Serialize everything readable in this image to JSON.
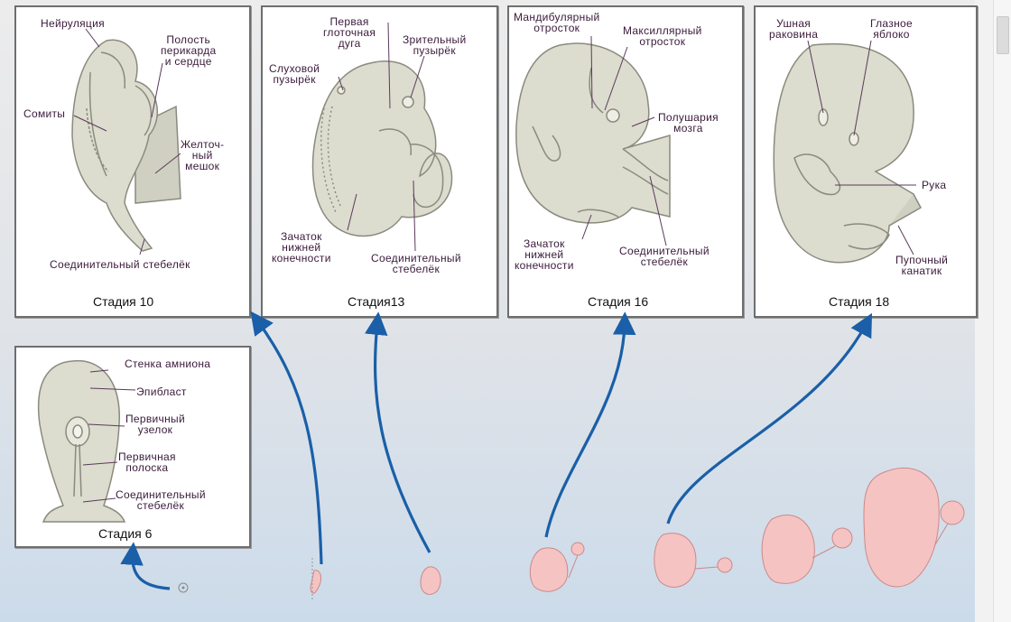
{
  "panels": {
    "stage10": {
      "title": "Стадия 10",
      "labels": {
        "neurulation": "Нейруляция",
        "pericardial": [
          "Полость",
          "перикарда",
          "и сердце"
        ],
        "somites": "Сомиты",
        "yolk": [
          "Желточ-",
          "ный",
          "мешок"
        ],
        "connecting": "Соединительный стебелёк"
      }
    },
    "stage13": {
      "title": "Стадия13",
      "labels": {
        "pharyngeal": [
          "Первая",
          "глоточная",
          "дуга"
        ],
        "optic": [
          "Зрительный",
          "пузырёк"
        ],
        "otic": [
          "Слуховой",
          "пузырёк"
        ],
        "lowerlimb": [
          "Зачаток",
          "нижней",
          "конечности"
        ],
        "connecting": [
          "Соединительный",
          "стебелёк"
        ]
      }
    },
    "stage16": {
      "title": "Стадия 16",
      "labels": {
        "mandibular": [
          "Мандибулярный",
          "отросток"
        ],
        "maxillary": [
          "Максиллярный",
          "отросток"
        ],
        "hemispheres": [
          "Полушария",
          "мозга"
        ],
        "lowerlimb": [
          "Зачаток",
          "нижней",
          "конечности"
        ],
        "connecting": [
          "Соединительный",
          "стебелёк"
        ]
      }
    },
    "stage18": {
      "title": "Стадия 18",
      "labels": {
        "ear": [
          "Ушная",
          "раковина"
        ],
        "eyeball": [
          "Глазное",
          "яблоко"
        ],
        "arm": "Рука",
        "umbilical": [
          "Пупочный",
          "канатик"
        ]
      }
    },
    "stage6": {
      "title": "Стадия 6",
      "labels": {
        "amnion": "Стенка амниона",
        "epiblast": "Эпибласт",
        "node": [
          "Первичный",
          "узелок"
        ],
        "streak": [
          "Первичная",
          "полоска"
        ],
        "connecting": [
          "Соединительный",
          "стебелёк"
        ]
      }
    }
  },
  "colors": {
    "arrow": "#1a5fa8",
    "panel_border": "#6e6e6e",
    "embryo_fill": "#dcdccf",
    "embryo_stroke": "#8a8a7e",
    "pink_embryo": "#f6c3c3",
    "label_text": "#3a1a3a"
  }
}
